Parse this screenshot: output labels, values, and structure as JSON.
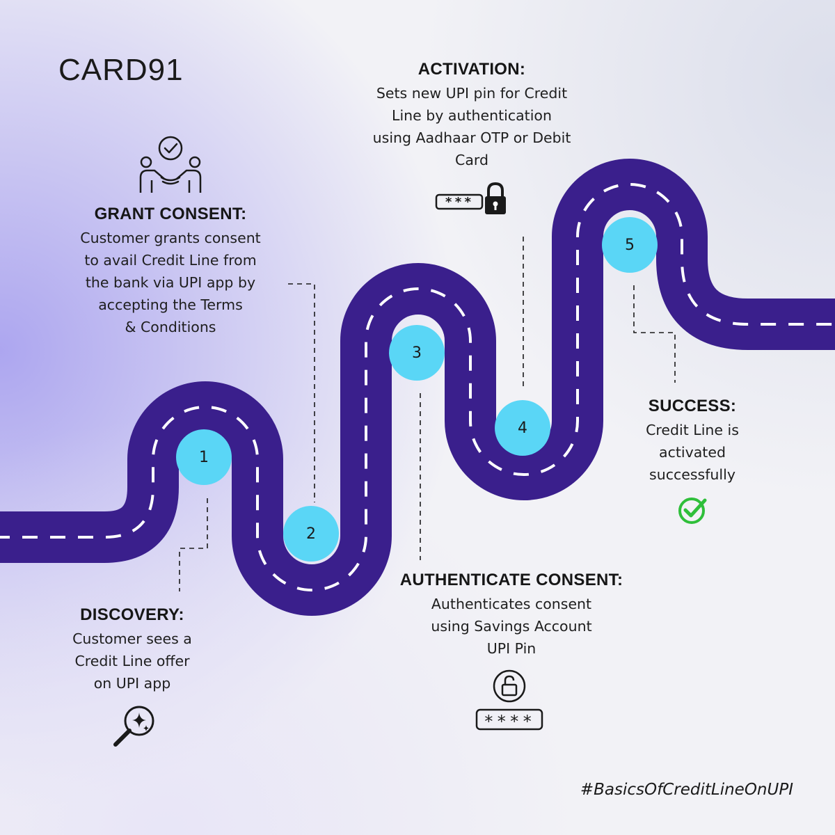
{
  "brand": {
    "logo_text": "CARD91"
  },
  "colors": {
    "road": "#3a1f8c",
    "road_dash": "#ffffff",
    "step_circle": "#5ad6f6",
    "success_check": "#2fbf3a",
    "background_glow": "#a9a2ef"
  },
  "steps": [
    {
      "number": "1",
      "title": "DISCOVERY:",
      "lines": [
        "Customer sees a",
        "Credit Line offer",
        "on UPI app"
      ],
      "icon": "magnifier-sparkle-icon"
    },
    {
      "number": "2",
      "title": "GRANT CONSENT:",
      "lines": [
        "Customer grants consent",
        "to avail Credit Line from",
        "the bank via UPI app by",
        "accepting the Terms",
        "& Conditions"
      ],
      "icon": "handshake-check-icon"
    },
    {
      "number": "3",
      "title": "AUTHENTICATE CONSENT:",
      "lines": [
        "Authenticates consent",
        "using Savings Account",
        "UPI Pin"
      ],
      "icon": "unlock-pin-icon",
      "pin_mask": "****"
    },
    {
      "number": "4",
      "title": "ACTIVATION:",
      "lines": [
        "Sets new UPI pin for Credit",
        "Line by authentication",
        "using Aadhaar OTP or Debit",
        "Card"
      ],
      "icon": "password-lock-icon",
      "pin_mask": "***"
    },
    {
      "number": "5",
      "title": "SUCCESS:",
      "lines": [
        "Credit Line is",
        "activated",
        "successfully"
      ],
      "icon": "success-check-icon"
    }
  ],
  "hashtag": "#BasicsOfCreditLineOnUPI"
}
